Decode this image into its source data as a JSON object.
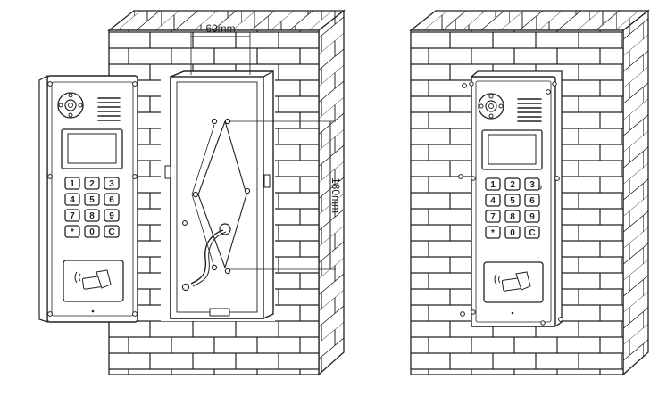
{
  "dimensions": {
    "width_label": "60mm",
    "height_label": "180mm"
  },
  "keypad": {
    "keys": [
      "1",
      "2",
      "3",
      "4",
      "5",
      "6",
      "7",
      "8",
      "9",
      "*",
      "0",
      "C"
    ]
  },
  "colors": {
    "line": "#222222",
    "brick_fill": "#ffffff",
    "panel_fill": "#ffffff"
  },
  "icons": {
    "camera": "camera-lens-icon",
    "speaker": "speaker-grille-icon",
    "card_reader": "rfid-card-reader-icon",
    "call": "phone-handset-icon",
    "bell": "bell-icon"
  }
}
